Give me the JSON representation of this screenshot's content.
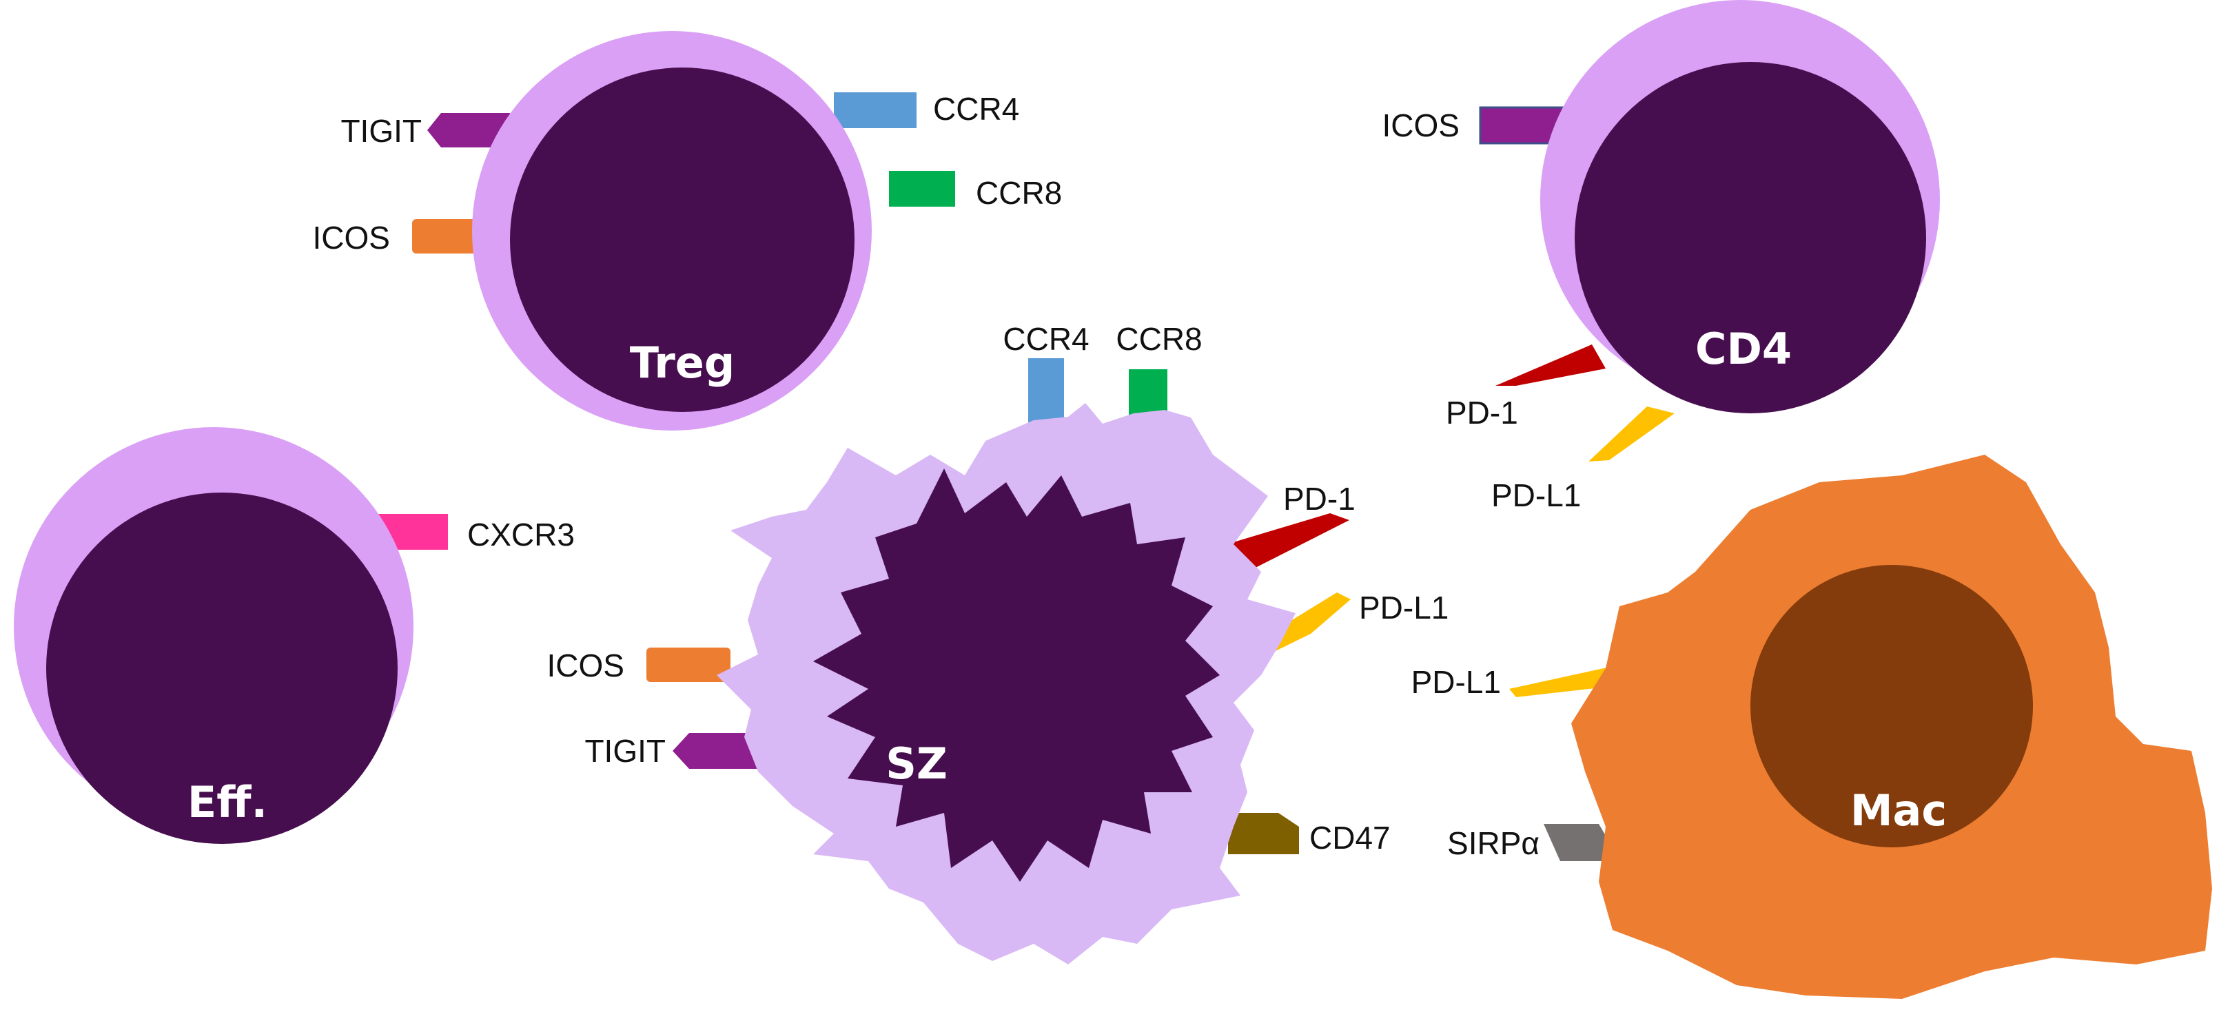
{
  "cells": {
    "treg": {
      "label": "Treg"
    },
    "cd4": {
      "label": "CD4"
    },
    "eff": {
      "label": "Eff."
    },
    "sz": {
      "label": "SZ"
    },
    "mac": {
      "label": "Mac"
    }
  },
  "receptors": {
    "treg_tigit": "TIGIT",
    "treg_icos": "ICOS",
    "treg_ccr4": "CCR4",
    "treg_ccr8": "CCR8",
    "cd4_icos": "ICOS",
    "cd4_pd1": "PD-1",
    "cd4_pdl1": "PD-L1",
    "eff_cxcr3": "CXCR3",
    "sz_ccr4": "CCR4",
    "sz_ccr8": "CCR8",
    "sz_pd1": "PD-1",
    "sz_pdl1": "PD-L1",
    "sz_icos": "ICOS",
    "sz_tigit": "TIGIT",
    "sz_cd47": "CD47",
    "mac_pdl1": "PD-L1",
    "mac_sirpa": "SIRPα"
  },
  "colors": {
    "membrane": "#daa0f5",
    "sz_membrane": "#d8b8f5",
    "nucleus": "#470e4f",
    "mac_body": "#ed7d31",
    "mac_nucleus": "#843c0c",
    "tigit": "#8f1f8f",
    "icos_orange": "#ed7d31",
    "icos_purple": "#8f1f8f",
    "ccr4": "#5b9bd5",
    "ccr8": "#00b050",
    "cxcr3": "#ff3399",
    "pd1": "#c00000",
    "pdl1": "#ffc000",
    "cd47": "#7f6000",
    "sirpa": "#767171"
  }
}
